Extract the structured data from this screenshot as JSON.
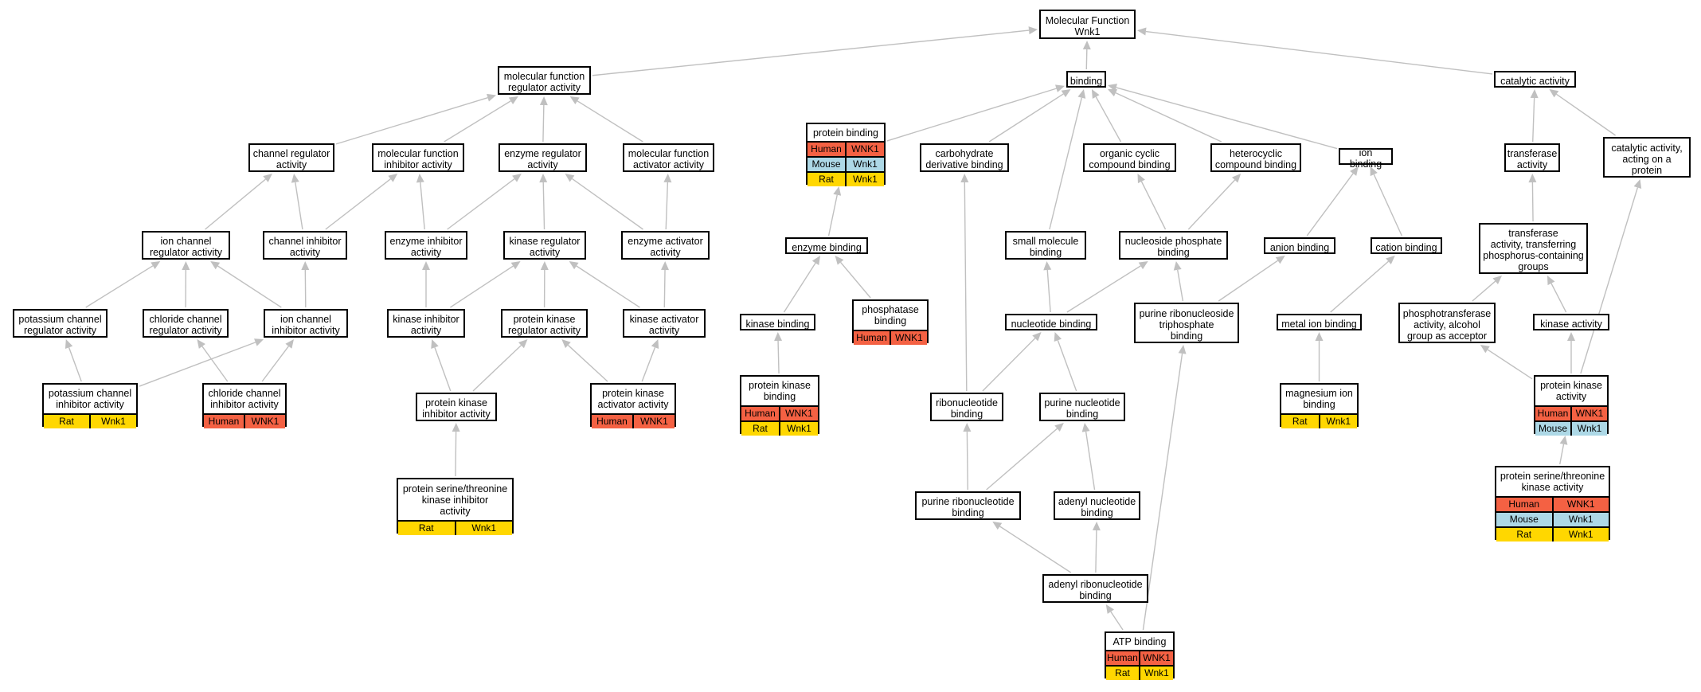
{
  "colors": {
    "human": "#f46143",
    "mouse": "#add8e6",
    "rat": "#ffd700",
    "edge": "#c0c0c0"
  },
  "nodes": [
    {
      "id": "root",
      "label": "Molecular Function\nWnk1"
    },
    {
      "id": "mfra",
      "label": "molecular function\nregulator activity"
    },
    {
      "id": "binding",
      "label": "binding"
    },
    {
      "id": "catalytic",
      "label": "catalytic activity"
    },
    {
      "id": "chanreg",
      "label": "channel regulator\nactivity"
    },
    {
      "id": "mfinh",
      "label": "molecular function\ninhibitor activity"
    },
    {
      "id": "enzreg",
      "label": "enzyme regulator\nactivity"
    },
    {
      "id": "mfact",
      "label": "molecular function\nactivator activity"
    },
    {
      "id": "protbind",
      "label": "protein binding",
      "annotations": [
        [
          "Human",
          "WNK1"
        ],
        [
          "Mouse",
          "Wnk1"
        ],
        [
          "Rat",
          "Wnk1"
        ]
      ]
    },
    {
      "id": "carbo",
      "label": "carbohydrate\nderivative binding"
    },
    {
      "id": "orgcyc",
      "label": "organic cyclic\ncompound binding"
    },
    {
      "id": "hetcyc",
      "label": "heterocyclic\ncompound binding"
    },
    {
      "id": "ionbind",
      "label": "ion binding"
    },
    {
      "id": "transferase",
      "label": "transferase\nactivity"
    },
    {
      "id": "catprot",
      "label": "catalytic activity,\nacting on a\nprotein"
    },
    {
      "id": "ionchreg",
      "label": "ion channel\nregulator activity"
    },
    {
      "id": "chinh",
      "label": "channel inhibitor\nactivity"
    },
    {
      "id": "enzinh",
      "label": "enzyme inhibitor\nactivity"
    },
    {
      "id": "kinreg",
      "label": "kinase regulator\nactivity"
    },
    {
      "id": "enzact",
      "label": "enzyme activator\nactivity"
    },
    {
      "id": "enzbind",
      "label": "enzyme binding"
    },
    {
      "id": "smallmol",
      "label": "small molecule\nbinding"
    },
    {
      "id": "nucphos",
      "label": "nucleoside phosphate\nbinding"
    },
    {
      "id": "anion",
      "label": "anion binding"
    },
    {
      "id": "cation",
      "label": "cation binding"
    },
    {
      "id": "transphos",
      "label": "transferase\nactivity, transferring\nphosphorus-containing\ngroups"
    },
    {
      "id": "potchreg",
      "label": "potassium channel\nregulator activity"
    },
    {
      "id": "clchreg",
      "label": "chloride channel\nregulator activity"
    },
    {
      "id": "ionchinh",
      "label": "ion channel\ninhibitor activity"
    },
    {
      "id": "kininh",
      "label": "kinase inhibitor\nactivity"
    },
    {
      "id": "pkreg",
      "label": "protein kinase\nregulator activity"
    },
    {
      "id": "kinact",
      "label": "kinase activator\nactivity"
    },
    {
      "id": "kinbind",
      "label": "kinase binding"
    },
    {
      "id": "phosphatase",
      "label": "phosphatase\nbinding",
      "annotations": [
        [
          "Human",
          "WNK1"
        ]
      ]
    },
    {
      "id": "nucleotide",
      "label": "nucleotide binding"
    },
    {
      "id": "purribtri",
      "label": "purine ribonucleoside\ntriphosphate\nbinding"
    },
    {
      "id": "metalion",
      "label": "metal ion binding"
    },
    {
      "id": "phosalc",
      "label": "phosphotransferase\nactivity, alcohol\ngroup as acceptor"
    },
    {
      "id": "kinact2",
      "label": "kinase activity"
    },
    {
      "id": "potinh",
      "label": "potassium channel\ninhibitor activity",
      "annotations": [
        [
          "Rat",
          "Wnk1"
        ]
      ]
    },
    {
      "id": "clinh",
      "label": "chloride channel\ninhibitor activity",
      "annotations": [
        [
          "Human",
          "WNK1"
        ]
      ]
    },
    {
      "id": "pkinh",
      "label": "protein kinase\ninhibitor activity"
    },
    {
      "id": "pkact",
      "label": "protein kinase\nactivator activity",
      "annotations": [
        [
          "Human",
          "WNK1"
        ]
      ]
    },
    {
      "id": "pkbind",
      "label": "protein kinase\nbinding",
      "annotations": [
        [
          "Human",
          "WNK1"
        ],
        [
          "Rat",
          "Wnk1"
        ]
      ]
    },
    {
      "id": "ribonuc",
      "label": "ribonucleotide\nbinding"
    },
    {
      "id": "purnuc",
      "label": "purine nucleotide\nbinding"
    },
    {
      "id": "mg",
      "label": "magnesium ion\nbinding",
      "annotations": [
        [
          "Rat",
          "Wnk1"
        ]
      ]
    },
    {
      "id": "pkactivity",
      "label": "protein kinase\nactivity",
      "annotations": [
        [
          "Human",
          "WNK1"
        ],
        [
          "Mouse",
          "Wnk1"
        ]
      ]
    },
    {
      "id": "stkinh",
      "label": "protein serine/threonine\nkinase inhibitor\nactivity",
      "annotations": [
        [
          "Rat",
          "Wnk1"
        ]
      ]
    },
    {
      "id": "purribo",
      "label": "purine ribonucleotide\nbinding"
    },
    {
      "id": "adenyl",
      "label": "adenyl nucleotide\nbinding"
    },
    {
      "id": "stkact",
      "label": "protein serine/threonine\nkinase activity",
      "annotations": [
        [
          "Human",
          "WNK1"
        ],
        [
          "Mouse",
          "Wnk1"
        ],
        [
          "Rat",
          "Wnk1"
        ]
      ]
    },
    {
      "id": "adenylribo",
      "label": "adenyl ribonucleotide\nbinding"
    },
    {
      "id": "atp",
      "label": "ATP binding",
      "annotations": [
        [
          "Human",
          "WNK1"
        ],
        [
          "Rat",
          "Wnk1"
        ]
      ]
    }
  ],
  "edges": [
    [
      "mfra",
      "root"
    ],
    [
      "binding",
      "root"
    ],
    [
      "catalytic",
      "root"
    ],
    [
      "chanreg",
      "mfra"
    ],
    [
      "mfinh",
      "mfra"
    ],
    [
      "enzreg",
      "mfra"
    ],
    [
      "mfact",
      "mfra"
    ],
    [
      "protbind",
      "binding"
    ],
    [
      "carbo",
      "binding"
    ],
    [
      "orgcyc",
      "binding"
    ],
    [
      "hetcyc",
      "binding"
    ],
    [
      "ionbind",
      "binding"
    ],
    [
      "smallmol",
      "binding"
    ],
    [
      "transferase",
      "catalytic"
    ],
    [
      "catprot",
      "catalytic"
    ],
    [
      "ionchreg",
      "chanreg"
    ],
    [
      "chinh",
      "chanreg"
    ],
    [
      "chinh",
      "mfinh"
    ],
    [
      "enzinh",
      "mfinh"
    ],
    [
      "enzinh",
      "enzreg"
    ],
    [
      "kinreg",
      "enzreg"
    ],
    [
      "enzact",
      "enzreg"
    ],
    [
      "enzact",
      "mfact"
    ],
    [
      "enzbind",
      "protbind"
    ],
    [
      "kinbind",
      "enzbind"
    ],
    [
      "phosphatase",
      "enzbind"
    ],
    [
      "pkbind",
      "kinbind"
    ],
    [
      "nucphos",
      "orgcyc"
    ],
    [
      "nucphos",
      "hetcyc"
    ],
    [
      "anion",
      "ionbind"
    ],
    [
      "cation",
      "ionbind"
    ],
    [
      "metalion",
      "cation"
    ],
    [
      "mg",
      "metalion"
    ],
    [
      "transphos",
      "transferase"
    ],
    [
      "phosalc",
      "transphos"
    ],
    [
      "kinact2",
      "transphos"
    ],
    [
      "potchreg",
      "ionchreg"
    ],
    [
      "clchreg",
      "ionchreg"
    ],
    [
      "ionchinh",
      "ionchreg"
    ],
    [
      "ionchinh",
      "chinh"
    ],
    [
      "kininh",
      "enzinh"
    ],
    [
      "kininh",
      "kinreg"
    ],
    [
      "pkreg",
      "kinreg"
    ],
    [
      "kinact",
      "kinreg"
    ],
    [
      "kinact",
      "enzact"
    ],
    [
      "nucleotide",
      "smallmol"
    ],
    [
      "nucleotide",
      "nucphos"
    ],
    [
      "purribtri",
      "nucphos"
    ],
    [
      "purribtri",
      "anion"
    ],
    [
      "potinh",
      "potchreg"
    ],
    [
      "potinh",
      "ionchinh"
    ],
    [
      "clinh",
      "clchreg"
    ],
    [
      "clinh",
      "ionchinh"
    ],
    [
      "pkinh",
      "kininh"
    ],
    [
      "pkinh",
      "pkreg"
    ],
    [
      "pkact",
      "pkreg"
    ],
    [
      "pkact",
      "kinact"
    ],
    [
      "stkinh",
      "pkinh"
    ],
    [
      "ribonuc",
      "carbo"
    ],
    [
      "ribonuc",
      "nucleotide"
    ],
    [
      "purnuc",
      "nucleotide"
    ],
    [
      "purribo",
      "ribonuc"
    ],
    [
      "purribo",
      "purnuc"
    ],
    [
      "adenyl",
      "purnuc"
    ],
    [
      "adenylribo",
      "purribo"
    ],
    [
      "adenylribo",
      "adenyl"
    ],
    [
      "atp",
      "adenylribo"
    ],
    [
      "atp",
      "purribtri"
    ],
    [
      "pkactivity",
      "phosalc"
    ],
    [
      "pkactivity",
      "kinact2"
    ],
    [
      "pkactivity",
      "catprot"
    ],
    [
      "stkact",
      "pkactivity"
    ]
  ]
}
